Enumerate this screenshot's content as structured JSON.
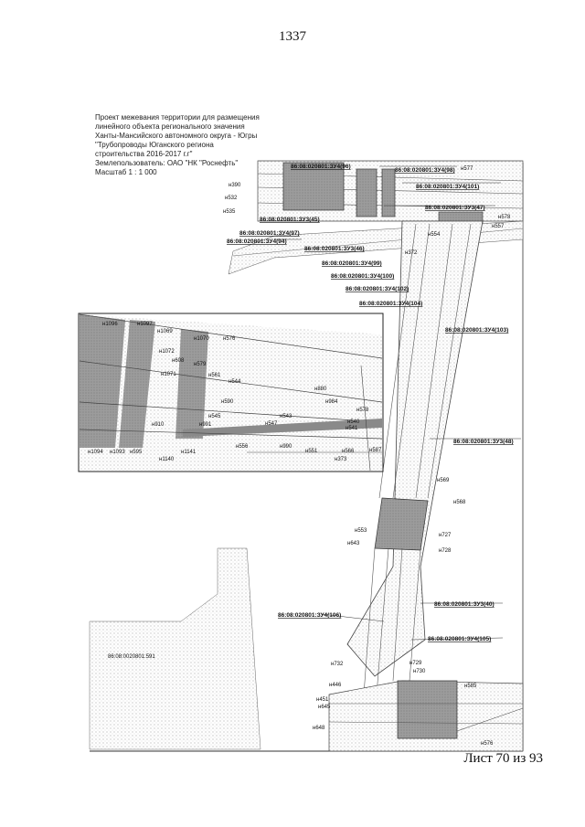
{
  "page": {
    "page_number": "1337",
    "sheet_label": "Лист 70 из 93"
  },
  "title_block": {
    "lines": [
      "Проект межевания территории для размещения",
      "линейного объекта регионального значения",
      "Ханты-Мансийского автономного округа - Югры",
      "\"Трубопроводы Юганского региона",
      "строительства 2016-2017 г.г\"",
      "Землепользователь: ОАО \"НК \"Роснефть\"",
      "Масштаб 1 : 1 000"
    ]
  },
  "map": {
    "plots": {
      "p96": "86:08:020801:ЗУ4(96)",
      "p98": "86:08:020801:ЗУ4(98)",
      "p101": "86:08:020801:ЗУ4(101)",
      "p47": "86:08:020801:ЗУ3(47)",
      "p45": "86:08:020801:ЗУ3(45)",
      "p97": "86:08:020801:ЗУ4(97)",
      "p94": "86:08:020801:ЗУ4(94)",
      "p46": "86:08:020801:ЗУ3(46)",
      "p99": "86:08:020801:ЗУ4(99)",
      "p100": "86:08:020801:ЗУ4(100)",
      "p102": "86:08:020801:ЗУ4(102)",
      "p104": "86:08:020801:ЗУ4(104)",
      "p103": "86:08:020801:ЗУ4(103)",
      "p48": "86:08:020801:ЗУ3(48)",
      "p40": "86:08:020801:ЗУ3(40)",
      "p106": "86:08:020801:ЗУ4(106)",
      "p105": "86:08:020801:ЗУ4(105)",
      "p591": "86:08:0020801:591"
    },
    "points": {
      "n390": "н390",
      "n532": "н532",
      "n535": "н535",
      "n577": "н577",
      "n578": "н578",
      "n557": "н557",
      "n554": "н554",
      "n372": "н372",
      "n1096": "н1096",
      "n1097": "н1097",
      "n1069": "н1069",
      "n1070": "н1070",
      "n576": "н576",
      "n1072": "н1072",
      "n608": "н608",
      "n579": "н579",
      "n1071": "н1071",
      "n561": "н561",
      "n544": "н544",
      "n590": "н590",
      "n880": "н880",
      "n984": "н984",
      "n578b": "н578",
      "n540": "н540",
      "n543": "н543",
      "n541": "н541",
      "n910": "н910",
      "n991": "н991",
      "n545": "н545",
      "n547": "н547",
      "n1094": "н1094",
      "n1093": "н1093",
      "n595": "н595",
      "n1140": "н1140",
      "n1141": "н1141",
      "n556": "н556",
      "n990": "н990",
      "n551": "н551",
      "n566": "н566",
      "n373": "н373",
      "n587": "н587",
      "n569": "н569",
      "n568": "н568",
      "n553": "н553",
      "n727": "н727",
      "n728": "н728",
      "n643": "н643",
      "n732": "н732",
      "n729": "н729",
      "n730": "н730",
      "n446": "н446",
      "n451": "н451",
      "n645": "н645",
      "n648": "н648",
      "n585": "н585",
      "n576b": "н576"
    }
  },
  "colors": {
    "shaded_plot": "#9a9a9a",
    "corridor": "#d8d8d8",
    "line": "#444444"
  }
}
